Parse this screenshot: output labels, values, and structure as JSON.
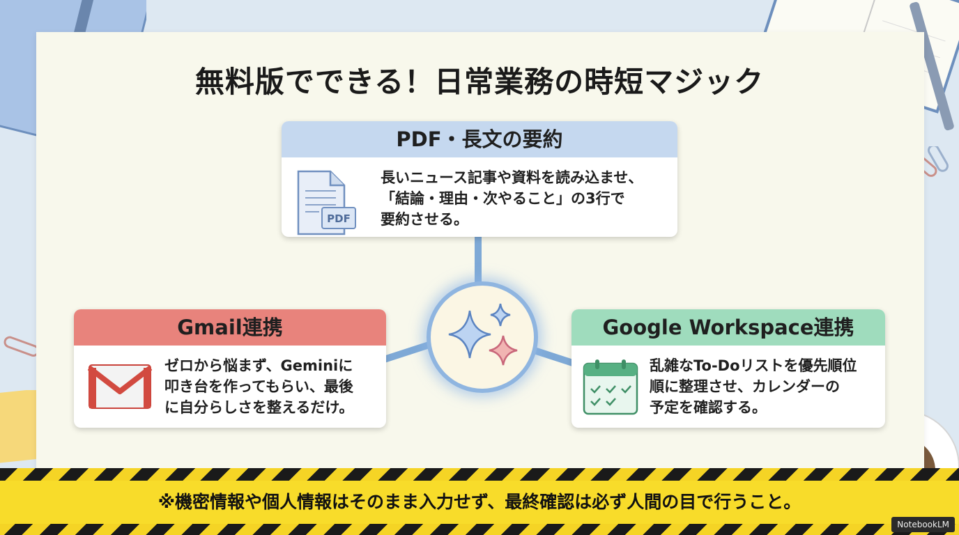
{
  "title": "無料版でできる！日常業務の時短マジック",
  "cards": {
    "pdf": {
      "heading": "PDF・長文の要約",
      "lines": [
        "長いニュース記事や資料を読み込ませ、",
        "「結論・理由・次やること」の3行で",
        "要約させる。"
      ],
      "icon_label": "PDF"
    },
    "gmail": {
      "heading": "Gmail連携",
      "lines": [
        "ゼロから悩まず、Geminiに",
        "叩き台を作ってもらい、最後",
        "に自分らしさを整えるだけ。"
      ]
    },
    "workspace": {
      "heading": "Google Workspace連携",
      "lines": [
        "乱雑なTo-Doリストを優先順位",
        "順に整理させ、カレンダーの",
        "予定を確認する。"
      ]
    }
  },
  "banner": {
    "text": "※機密情報や個人情報はそのまま入力せず、最終確認は必ず人間の目で行うこと。"
  },
  "watermark": "NotebookLM",
  "colors": {
    "pdf_header": "#c5d8ef",
    "gmail_header": "#e8837c",
    "workspace_header": "#9fdcbd",
    "banner_yellow": "#f8dc2a",
    "hub_ring": "#8fb5e0"
  },
  "icons": [
    "document-pdf-icon",
    "gmail-envelope-icon",
    "calendar-check-icon",
    "sparkle-icon"
  ]
}
